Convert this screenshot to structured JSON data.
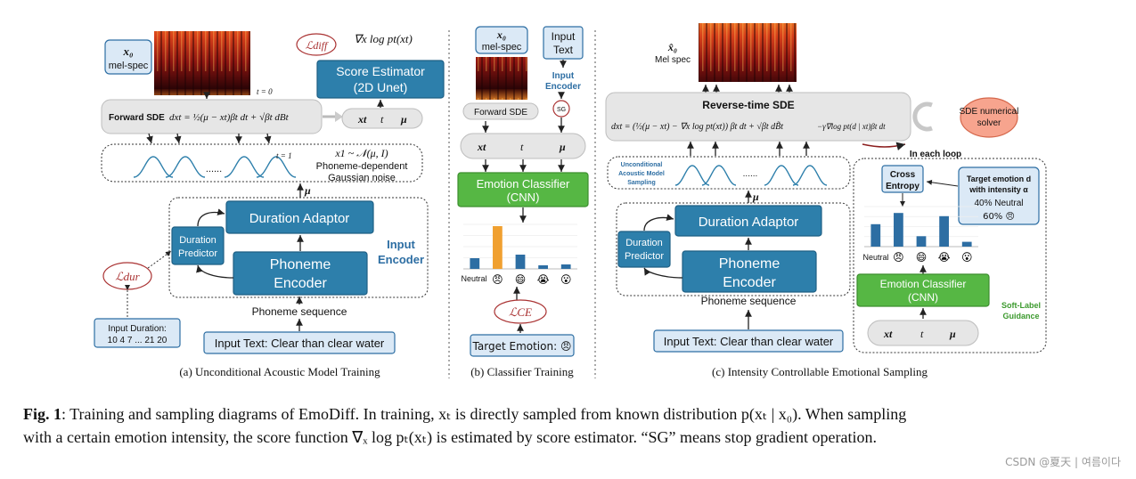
{
  "panels": {
    "a": {
      "caption": "(a) Unconditional Acoustic Model Training",
      "x0_label": "x₀",
      "x0_sub": "mel-spec",
      "loss_diff": "ℒdiff",
      "grad_label": "∇x log pt(xt)",
      "score_estimator_line1": "Score Estimator",
      "score_estimator_line2": "(2D Unet)",
      "t0": "t = 0",
      "t1": "t = 1",
      "forward_sde_title": "Forward SDE",
      "forward_sde_formula": "dxt = ½(μ − xt)βt dt + √βt dBt",
      "xt": "xt",
      "t": "t",
      "mu": "μ",
      "dots": "......",
      "x1_dist": "x1 ~ 𝒩(μ, I)",
      "noise_line1": "Phoneme-dependent",
      "noise_line2": "Gaussian noise",
      "duration_adaptor": "Duration Adaptor",
      "duration_predictor_line1": "Duration",
      "duration_predictor_line2": "Predictor",
      "phoneme_encoder_line1": "Phoneme",
      "phoneme_encoder_line2": "Encoder",
      "input_encoder_line1": "Input",
      "input_encoder_line2": "Encoder",
      "loss_dur": "ℒdur",
      "phoneme_sequence": "Phoneme sequence",
      "input_duration_line1": "Input Duration:",
      "input_duration_line2": "10 4 7 ... 21 20",
      "input_text": "Input Text: Clear than clear water"
    },
    "b": {
      "caption": "(b) Classifier Training",
      "x0_label": "x₀",
      "x0_sub": "mel-spec",
      "input_text_line1": "Input",
      "input_text_line2": "Text",
      "input_encoder_line1": "Input",
      "input_encoder_line2": "Encoder",
      "forward_sde": "Forward SDE",
      "sg": "SG",
      "xt": "xt",
      "t": "t",
      "mu": "μ",
      "emotion_classifier_line1": "Emotion Classifier",
      "emotion_classifier_line2": "(CNN)",
      "neutral": "Neutral",
      "loss_ce": "ℒCE",
      "target_emotion": "Target Emotion: 😠"
    },
    "c": {
      "caption": "(c) Intensity Controllable Emotional Sampling",
      "x0_label": "x̂₀",
      "x0_sub": "Mel spec",
      "reverse_sde_title": "Reverse-time SDE",
      "reverse_sde_formula": "dxt = (½(μ − xt) − ∇x log pt(xt)) βt dt + √βt dB̃t",
      "guidance_term": "−γ∇log pt(d | xt)βt dt",
      "sde_solver_line1": "SDE numerical",
      "sde_solver_line2": "solver",
      "in_each_loop": "In each loop",
      "uncond_line1": "Unconditional",
      "uncond_line2": "Acoustic Model",
      "uncond_line3": "Sampling",
      "dots": "......",
      "cross_entropy_line1": "Cross",
      "cross_entropy_line2": "Entropy",
      "target_line1": "Target emotion d",
      "target_line2": "with intensity α",
      "target_line3": "40% Neutral",
      "target_line4": "60% 😠",
      "duration_adaptor": "Duration Adaptor",
      "duration_predictor_line1": "Duration",
      "duration_predictor_line2": "Predictor",
      "phoneme_encoder_line1": "Phoneme",
      "phoneme_encoder_line2": "Encoder",
      "phoneme_sequence": "Phoneme sequence",
      "input_text": "Input Text: Clear than clear water",
      "neutral": "Neutral",
      "emotion_classifier_line1": "Emotion Classifier",
      "emotion_classifier_line2": "(CNN)",
      "soft_label_line1": "Soft-Label",
      "soft_label_line2": "Guidance",
      "xt": "xt",
      "t": "t",
      "mu": "μ"
    }
  },
  "emotions": [
    "😠",
    "😄",
    "😭",
    "😮"
  ],
  "chart_data": [
    {
      "type": "bar",
      "categories": [
        "Neutral",
        "😠",
        "😄",
        "😭",
        "😮"
      ],
      "values": [
        0.12,
        0.48,
        0.16,
        0.04,
        0.05
      ],
      "highlight_index": 1,
      "colors": {
        "bar": "#2d6ea3",
        "highlight": "#f0a030"
      }
    },
    {
      "type": "bar",
      "categories": [
        "Neutral",
        "😠",
        "😄",
        "😭",
        "😮"
      ],
      "values": [
        0.28,
        0.42,
        0.13,
        0.38,
        0.06
      ],
      "colors": {
        "bar": "#2d6ea3"
      }
    }
  ],
  "caption": {
    "fig_label": "Fig. 1",
    "line1": ": Training and sampling diagrams of EmoDiff. In training, xₜ is directly sampled from known distribution p(xₜ | x₀). When sampling",
    "line2": "with a certain emotion intensity, the score function ∇ₓ log pₜ(xₜ) is estimated by score estimator. “SG” means stop gradient operation."
  },
  "watermark": "CSDN @夏天 | 여름이다",
  "colors": {
    "block_blue": "#2d7fab",
    "light_blue": "#dbe9f6",
    "green": "#56b744",
    "salmon": "#f7a48e",
    "loss_red": "#a33333"
  }
}
